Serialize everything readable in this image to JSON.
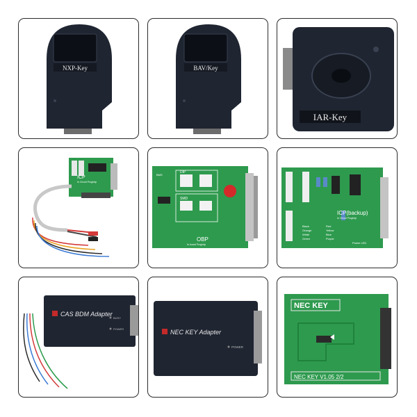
{
  "products": [
    {
      "label": "NXP-Key"
    },
    {
      "label": "BAV/Key"
    },
    {
      "label": "IAR-Key"
    },
    {
      "label": "ICP",
      "sub": "In Circuit Proghdp"
    },
    {
      "label": "OBP",
      "sub": "In board Proghdp",
      "extra": [
        "DIP",
        "SMD",
        "BMS"
      ]
    },
    {
      "label": "ICP(backup)",
      "sub": "In Circuit Proghdp",
      "colors_left": [
        "Black",
        "Orange",
        "White",
        "Green"
      ],
      "colors_right": [
        "Red",
        "Yellow",
        "Blue",
        "Purple"
      ],
      "power": "Power LED"
    },
    {
      "label": "CAS BDM Adapter",
      "leds": [
        "BUSY",
        "POWER"
      ]
    },
    {
      "label": "NEC KEY Adapter",
      "led": "POWER"
    },
    {
      "label": "NEC KEY",
      "version": "NEC KEY V1.05 2/2"
    }
  ],
  "colors": {
    "device": "#1f2531",
    "pcb": "#2e9a4e",
    "border": "#2a2a2a"
  }
}
